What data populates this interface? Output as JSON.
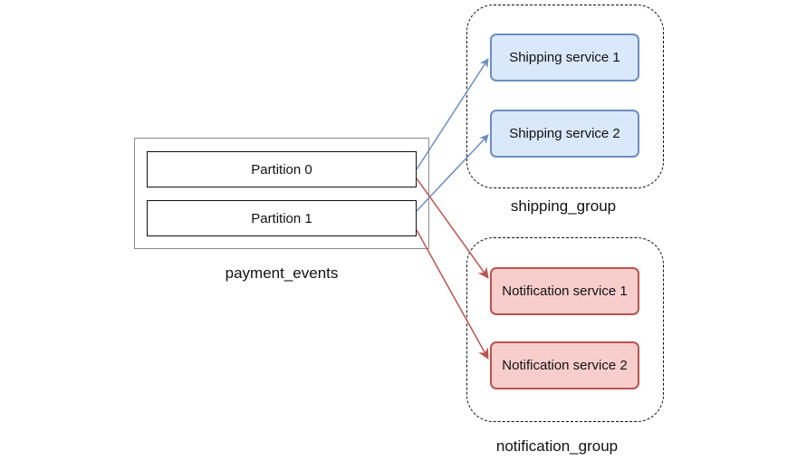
{
  "topic": {
    "name": "payment_events",
    "partitions": [
      "Partition 0",
      "Partition 1"
    ]
  },
  "groups": {
    "shipping": {
      "name": "shipping_group",
      "services": [
        "Shipping service 1",
        "Shipping service 2"
      ],
      "color": "#6c8ebf",
      "fill": "#dae8fc"
    },
    "notification": {
      "name": "notification_group",
      "services": [
        "Notification service 1",
        "Notification service 2"
      ],
      "color": "#b85450",
      "fill": "#f8cecc"
    }
  }
}
